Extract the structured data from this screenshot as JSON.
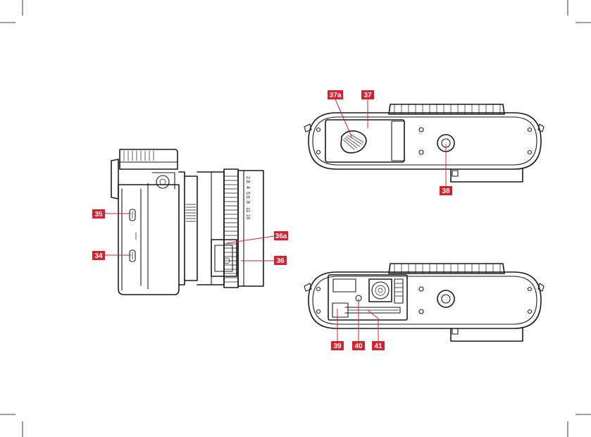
{
  "callouts": {
    "c35": "35",
    "c34": "34",
    "c36a": "36a",
    "c36": "36",
    "c37a": "37a",
    "c37": "37",
    "c38": "38",
    "c39": "39",
    "c40": "40",
    "c41": "41"
  },
  "aperture_scale": [
    "2.8",
    "4",
    "5.6",
    "8",
    "11",
    "16"
  ],
  "colors": {
    "callout_red": "#d7212f",
    "line_art": "#1a1a1a"
  }
}
